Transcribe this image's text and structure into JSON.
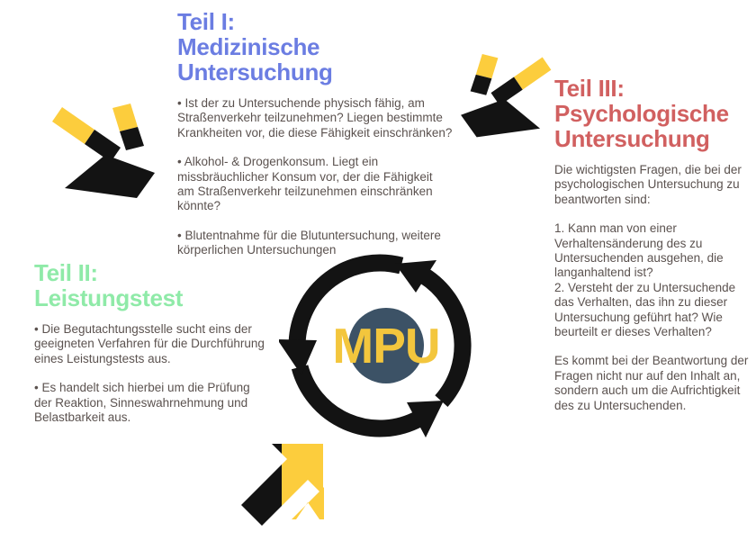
{
  "infographic": {
    "center": {
      "label": "MPU"
    },
    "sections": [
      {
        "id": "teil-1",
        "title_lines": [
          "Teil I:",
          "Medizinische",
          "Untersuchung"
        ],
        "title_color": "#6b7de2",
        "paragraphs": [
          "• Ist der zu Untersuchende physisch fähig, am Straßenverkehr teilzunehmen? Liegen bestimmte Krankheiten vor, die diese Fähigkeit einschränken?",
          "• Alkohol- & Drogenkonsum. Liegt ein missbräuchlicher Konsum vor, der die Fähigkeit am Straßenverkehr teilzunehmen einschränken könnte?",
          "• Blutentnahme für die Blutuntersuchung, weitere körperlichen Untersuchungen"
        ]
      },
      {
        "id": "teil-2",
        "title_lines": [
          "Teil II:",
          "Leistungstest"
        ],
        "title_color": "#8feaa8",
        "paragraphs": [
          "• Die Begutachtungsstelle sucht eins der geeigneten Verfahren für die Durchführung eines Leistungstests aus.",
          "• Es handelt sich hierbei um die Prüfung der Reaktion, Sinneswahrnehmung und Belastbarkeit aus."
        ]
      },
      {
        "id": "teil-3",
        "title_lines": [
          "Teil III:",
          "Psychologische",
          "Untersuchung"
        ],
        "title_color": "#d16060",
        "paragraphs": [
          "Die wichtigsten Fragen, die bei der psychologischen Untersuchung zu beantworten sind:",
          "1.  Kann man von einer Verhaltensänderung des zu Untersuchenden ausgehen, die langanhaltend ist?\n2. Versteht der zu Untersuchende das Verhalten, das ihn zu dieser Untersuchung geführt hat? Wie beurteilt er dieses Verhalten?",
          "Es kommt bei der Beantwortung der Fragen nicht nur auf den Inhalt an, sondern auch um die Aufrichtigkeit des zu Untersuchenden."
        ]
      }
    ],
    "colors": {
      "accent_yellow": "#fccd3d",
      "arrow_black": "#131313",
      "badge_background": "#3c5266",
      "badge_text": "#f3c63d",
      "body_text": "#5b524f"
    }
  }
}
